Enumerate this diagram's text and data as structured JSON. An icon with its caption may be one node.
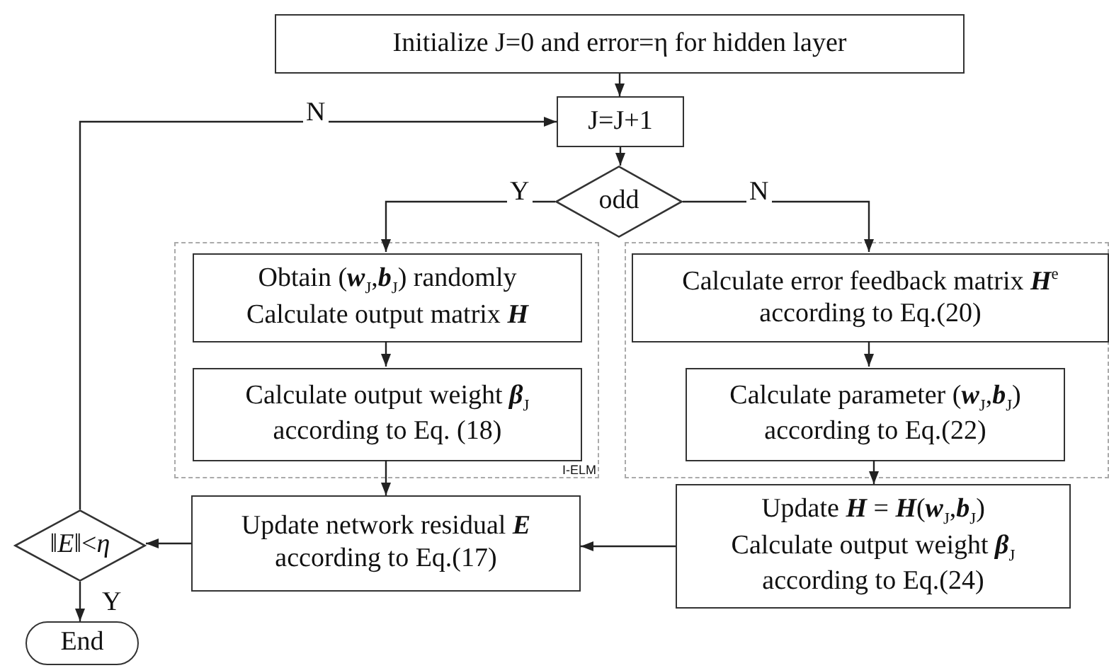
{
  "diagram": {
    "nodes": [
      {
        "text": [
          "Initialize J=0 and error=η for hidden layer"
        ]
      },
      {
        "text": [
          "J=J+1"
        ]
      },
      {
        "text": [
          "odd"
        ]
      },
      {
        "text": [
          "I-ELM"
        ]
      },
      {
        "text": [
          "Obtain (**w**$_{J}$,**b**$_{J}$) randomly",
          "Calculate output matrix **H**"
        ],
        "in": 3
      },
      {
        "text": [
          "Calculate output weight **β**$_{J}$",
          "according to Eq. (18)"
        ],
        "in": 3
      },
      {
        "text": [],
        "shape": "box"
      },
      {
        "text": [
          "Calculate error feedback matrix **H**$^{e}$",
          "according to Eq.(20)"
        ],
        "in": 6
      },
      {
        "text": [
          "Calculate parameter (**w**$_{J}$,**b**$_{J}$)",
          "according to Eq.(22)"
        ],
        "in": 6
      },
      {
        "text": [
          "‖*E*‖<*η*"
        ]
      },
      {
        "text": [
          "Update network residual **E**",
          "according to Eq.(17)"
        ]
      },
      {
        "text": [
          "Update **H** = **H**(**w**$_{J}$,**b**$_{J}$)",
          "Calculate output weight **β**$_{J}$",
          "according to Eq.(24)"
        ]
      },
      {
        "text": [
          "End"
        ]
      }
    ],
    "edges": [
      {
        "from": 0,
        "to": 1,
        "arrow": "to"
      },
      {
        "from": 1,
        "to": 2,
        "arrow": "to"
      },
      {
        "from": 2,
        "to": 4,
        "arrow": "to",
        "label": "Y"
      },
      {
        "from": 2,
        "to": 7,
        "arrow": "to",
        "label": "N"
      },
      {
        "from": 4,
        "to": 5,
        "arrow": "to"
      },
      {
        "from": 7,
        "to": 8,
        "arrow": "to"
      },
      {
        "from": 5,
        "to": 10,
        "arrow": "to"
      },
      {
        "from": 8,
        "to": 11,
        "arrow": "to"
      },
      {
        "from": 11,
        "to": 10,
        "arrow": "to"
      },
      {
        "from": 10,
        "to": 9,
        "arrow": "to"
      },
      {
        "from": 9,
        "to": 12,
        "arrow": "to",
        "label": "Y"
      },
      {
        "from": 9,
        "to": 1,
        "arrow": "to",
        "label": "N"
      }
    ]
  }
}
